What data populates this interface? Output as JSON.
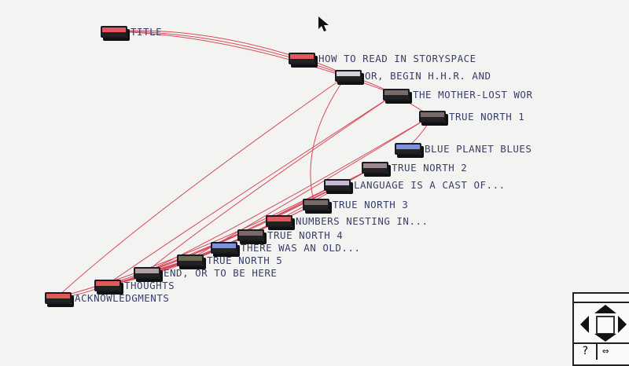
{
  "nodes": [
    {
      "label": "TITLE",
      "color": "#e0585a"
    },
    {
      "label": "HOW TO READ IN STORYSPACE",
      "color": "#e0585a"
    },
    {
      "label": "OR, BEGIN H.H.R. AND",
      "color": "#d8d0d8"
    },
    {
      "label": "THE MOTHER-LOST WOR",
      "color": "#7a6a6a"
    },
    {
      "label": "TRUE NORTH 1",
      "color": "#7a6a6a"
    },
    {
      "label": "BLUE PLANET BLUES",
      "color": "#8090e0"
    },
    {
      "label": "TRUE NORTH 2",
      "color": "#9a8a90"
    },
    {
      "label": "LANGUAGE IS A CAST OF...",
      "color": "#c8b8d8"
    },
    {
      "label": "TRUE NORTH 3",
      "color": "#7a6a6a"
    },
    {
      "label": "NUMBERS NESTING IN...",
      "color": "#e0585a"
    },
    {
      "label": "TRUE NORTH 4",
      "color": "#7a6a6a"
    },
    {
      "label": "THERE WAS AN OLD...",
      "color": "#8090e0"
    },
    {
      "label": "TRUE NORTH 5",
      "color": "#6a6a50"
    },
    {
      "label": "END, OR TO BE HERE",
      "color": "#b0a0a8"
    },
    {
      "label": "THOUGHTS",
      "color": "#e0585a"
    },
    {
      "label": "ACKNOWLEDGMENTS",
      "color": "#e0585a"
    }
  ],
  "link_color": "#d84a5a",
  "navigator": {
    "help_label": "?",
    "swap_label": "⇔"
  }
}
